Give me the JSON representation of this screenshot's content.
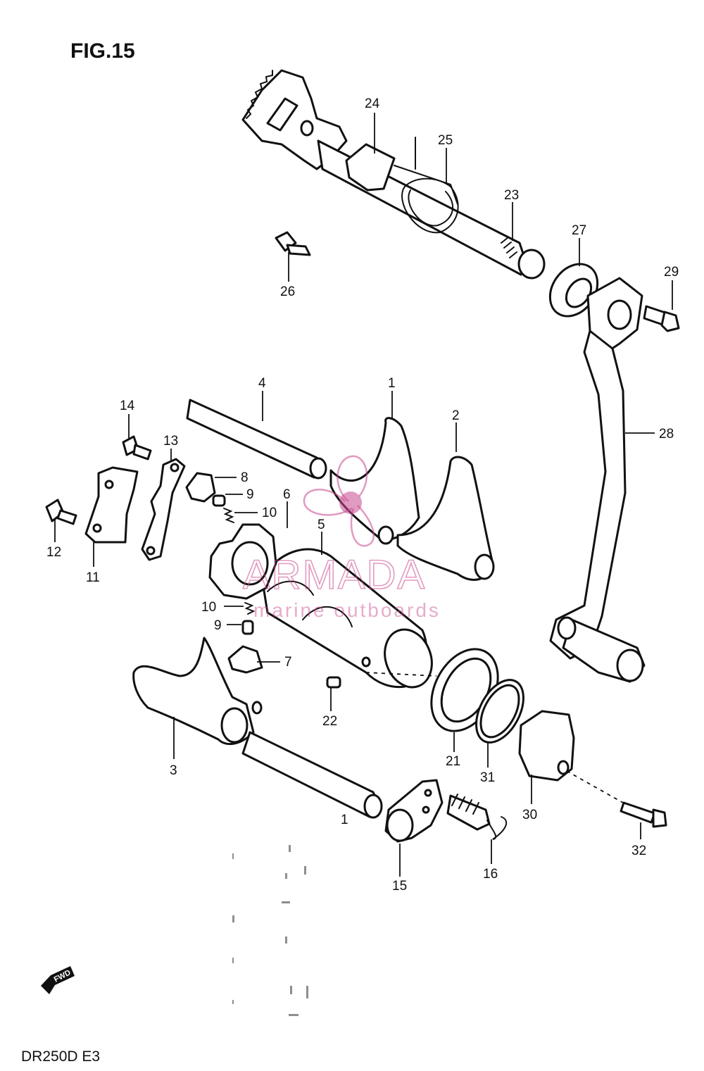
{
  "figure": {
    "title": "FIG.15",
    "model": "DR250D  E3",
    "forward_indicator": "FWD"
  },
  "watermark": {
    "brand": "ARMADA",
    "tagline": "marine outboards",
    "color": "#c9488e"
  },
  "callouts": {
    "c1a": "1",
    "c1b": "1",
    "c2": "2",
    "c3": "3",
    "c4": "4",
    "c5": "5",
    "c6": "6",
    "c7": "7",
    "c8": "8",
    "c9a": "9",
    "c9b": "9",
    "c10a": "10",
    "c10b": "10",
    "c11": "11",
    "c12": "12",
    "c13": "13",
    "c14": "14",
    "c15": "15",
    "c16": "16",
    "c21": "21",
    "c22": "22",
    "c23": "23",
    "c24": "24",
    "c25": "25",
    "c26": "26",
    "c27": "27",
    "c28": "28",
    "c29": "29",
    "c30": "30",
    "c31": "31",
    "c32": "32"
  }
}
